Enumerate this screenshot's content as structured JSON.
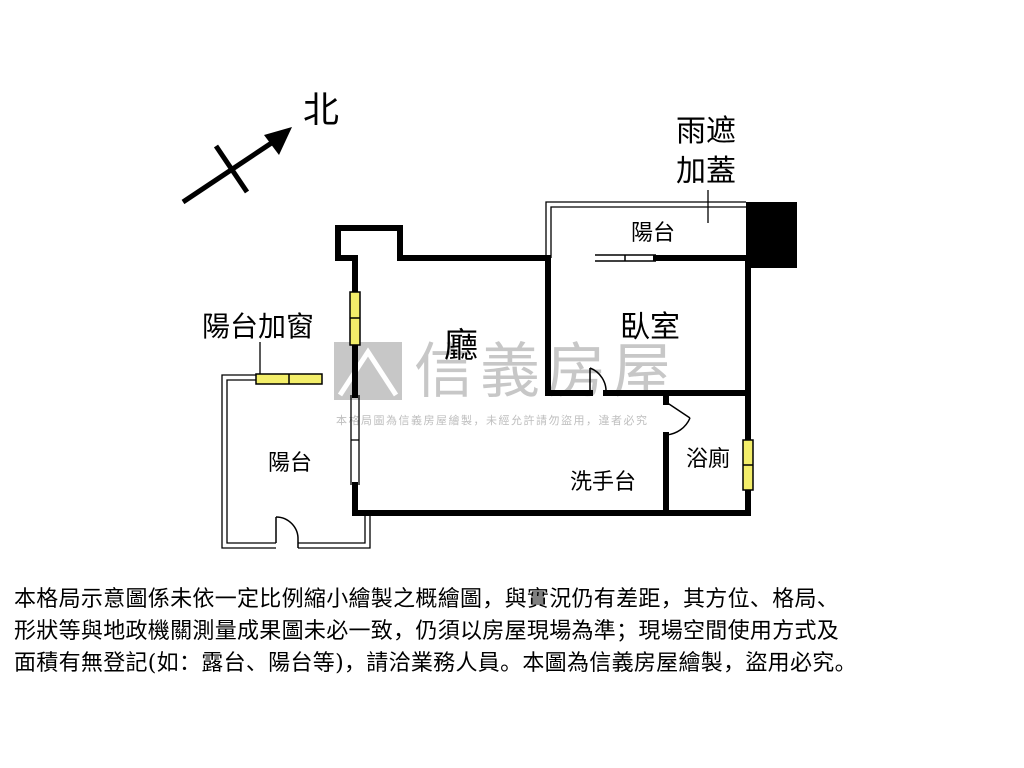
{
  "compass": {
    "north_label": "北"
  },
  "rooms": {
    "living_room": "廳",
    "bedroom": "臥室",
    "north_balcony": "陽台",
    "west_balcony": "陽台",
    "bathroom": "浴廁",
    "wash_basin": "洗手台"
  },
  "annotations": {
    "canopy_line1": "雨遮",
    "canopy_line2": "加蓋",
    "balcony_window": "陽台加窗"
  },
  "watermark": {
    "brand": "信義房屋",
    "notice": "本格局圖為信義房屋繪製，未經允許請勿盜用，違者必究"
  },
  "disclaimer": {
    "line1": "本格局示意圖係未依一定比例縮小繪製之概繪圖，與實況仍有差距，其方位、格局、",
    "line2": "形狀等與地政機關測量成果圖未必一致，仍須以房屋現場為準；現場空間使用方式及",
    "line3": "面積有無登記(如：露台、陽台等)，請洽業務人員。本圖為信義房屋繪製，盜用必究。"
  },
  "colors": {
    "wall": "#000000",
    "window_fill": "#f3ee6a",
    "watermark": "#b0b0b0"
  }
}
